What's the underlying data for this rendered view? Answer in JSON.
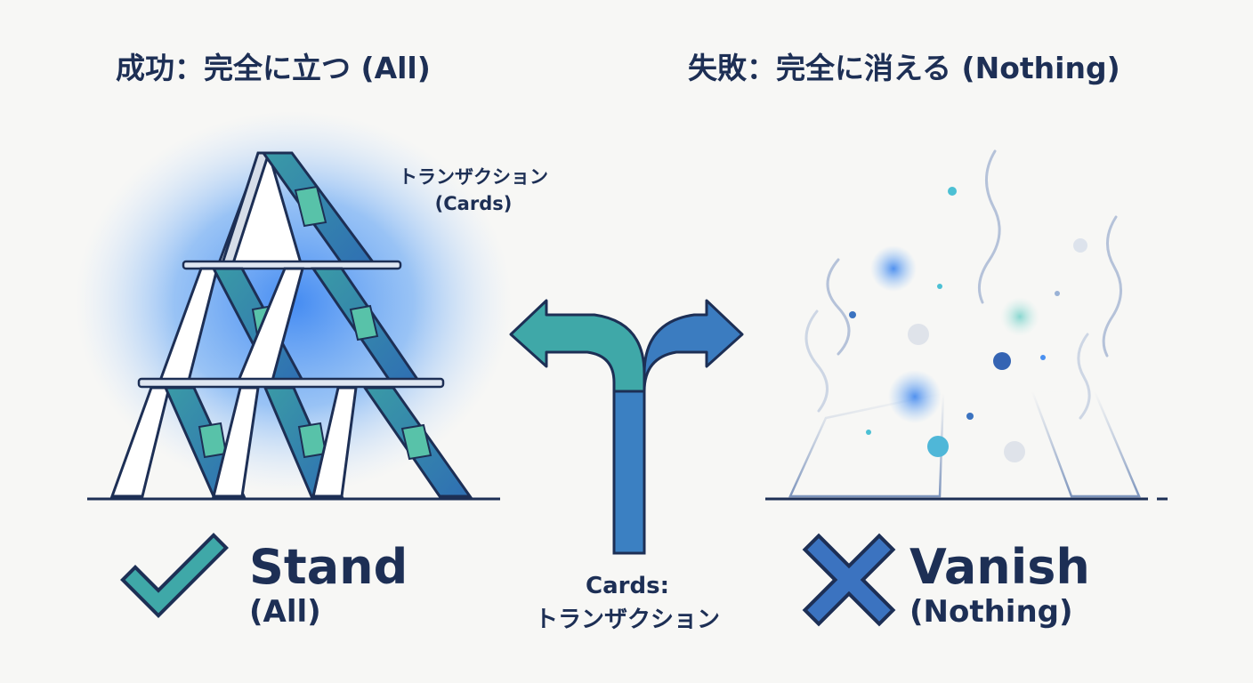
{
  "headings": {
    "success": "成功：完全に立つ (All)",
    "failure": "失敗：完全に消える (Nothing)"
  },
  "cards_label": {
    "line1": "トランザクション",
    "line2": "(Cards)"
  },
  "center_label": {
    "line1": "Cards:",
    "line2": "トランザクション"
  },
  "results": {
    "success": {
      "main": "Stand",
      "sub": "(All)",
      "icon": "check-icon"
    },
    "failure": {
      "main": "Vanish",
      "sub": "(Nothing)",
      "icon": "cross-icon"
    }
  },
  "colors": {
    "navy": "#1d2f55",
    "card_teal": "#2f8f9e",
    "card_blue": "#3a7bbf",
    "glow": "#4a90f0",
    "arrow_teal": "#3fa8a8",
    "arrow_blue": "#3b7cc0"
  }
}
